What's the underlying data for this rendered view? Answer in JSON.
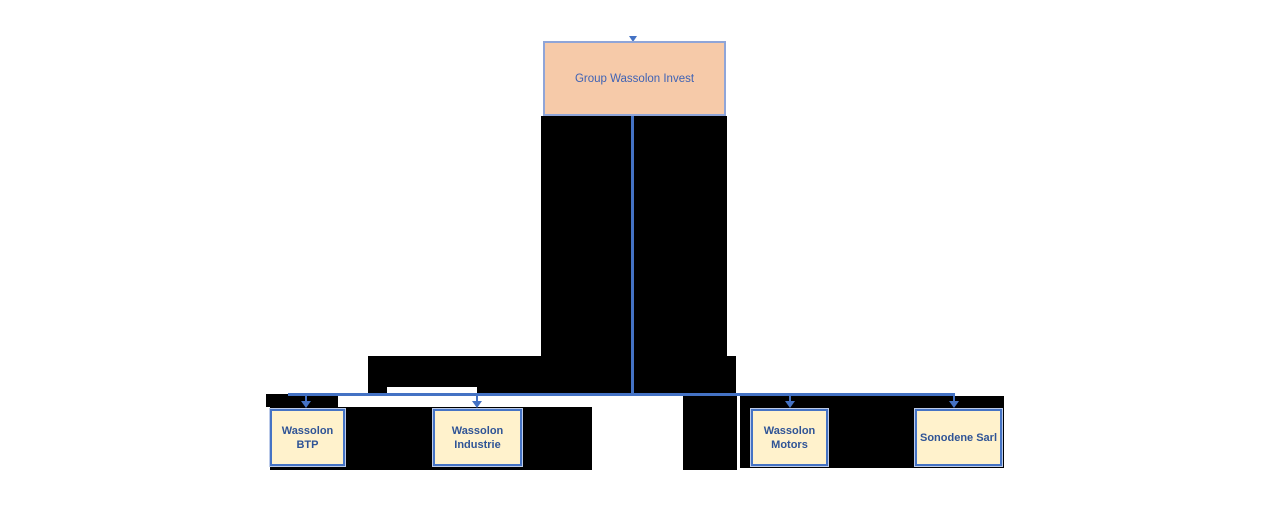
{
  "diagram": {
    "root": {
      "label": "Group Wassolon Invest"
    },
    "children": [
      {
        "label": "Wassolon\nBTP"
      },
      {
        "label": "Wassolon\nIndustrie"
      },
      {
        "label": "Wassolon\nMotors"
      },
      {
        "label": "Sonodene Sarl"
      }
    ],
    "colors": {
      "accent": "#4472C4",
      "root_fill": "#F6CAA9",
      "root_border": "#8FA5D8",
      "root_text": "#3F63B5",
      "child_fill": "#FFF2CC",
      "child_border": "#4573C4",
      "child_text": "#2F5496",
      "redaction": "#000000"
    }
  }
}
